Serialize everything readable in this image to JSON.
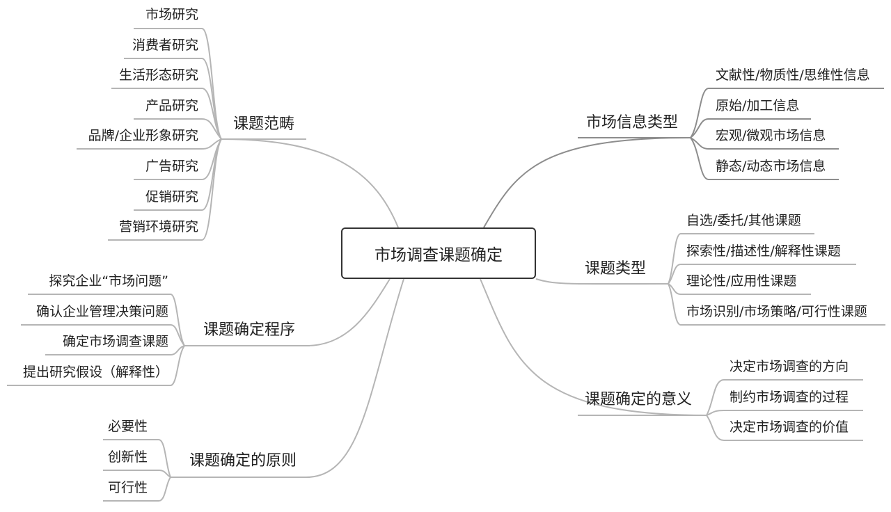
{
  "center": "市场调查课题确定",
  "branches": {
    "scope": {
      "label": "课题范畴",
      "items": [
        "市场研究",
        "消费者研究",
        "生活形态研究",
        "产品研究",
        "品牌/企业形象研究",
        "广告研究",
        "促销研究",
        "营销环境研究"
      ]
    },
    "procedure": {
      "label": "课题确定程序",
      "items": [
        "探究企业“市场问题”",
        "确认企业管理决策问题",
        "确定市场调查课题",
        "提出研究假设（解释性）"
      ]
    },
    "principles": {
      "label": "课题确定的原则",
      "items": [
        "必要性",
        "创新性",
        "可行性"
      ]
    },
    "info_types": {
      "label": "市场信息类型",
      "items": [
        "文献性/物质性/思维性信息",
        "原始/加工信息",
        "宏观/微观市场信息",
        "静态/动态市场信息"
      ]
    },
    "topic_types": {
      "label": "课题类型",
      "items": [
        "自选/委托/其他课题",
        "探索性/描述性/解释性课题",
        "理论性/应用性课题",
        "市场识别/市场策略/可行性课题"
      ]
    },
    "significance": {
      "label": "课题确定的意义",
      "items": [
        "决定市场调查的方向",
        "制约市场调查的过程",
        "决定市场调查的价值"
      ]
    }
  }
}
